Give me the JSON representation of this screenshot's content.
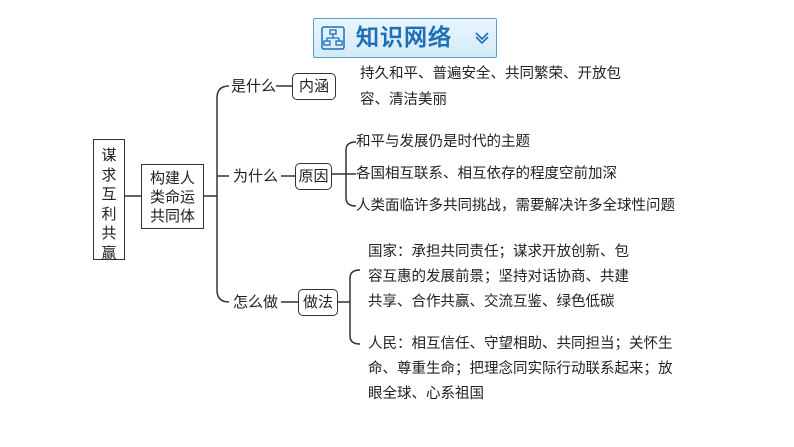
{
  "header": {
    "title": "知识网络",
    "icon": "flowchart-icon",
    "chevron_icon": "chevron-down-icon",
    "accent_color": "#1d6fb8",
    "border_color": "#5a9fd4"
  },
  "root": {
    "lines": [
      "谋",
      "求",
      "互",
      "利",
      "共",
      "赢"
    ]
  },
  "center": {
    "lines": [
      "构建人",
      "类命运",
      "共同体"
    ]
  },
  "branches": [
    {
      "question": "是什么",
      "tag": "内涵",
      "items": [
        {
          "lines": [
            "持久和平、普遍安全、共同繁荣、开放包",
            "容、清洁美丽"
          ]
        }
      ]
    },
    {
      "question": "为什么",
      "tag": "原因",
      "items": [
        {
          "lines": [
            "和平与发展仍是时代的主题"
          ]
        },
        {
          "lines": [
            "各国相互联系、相互依存的程度空前加深"
          ]
        },
        {
          "lines": [
            "人类面临许多共同挑战，需要解决许多全球性问题"
          ]
        }
      ]
    },
    {
      "question": "怎么做",
      "tag": "做法",
      "items": [
        {
          "lines": [
            "国家：承担共同责任；谋求开放创新、包",
            "容互惠的发展前景；坚持对话协商、共建",
            "共享、合作共赢、交流互鉴、绿色低碳"
          ]
        },
        {
          "lines": [
            "人民：相互信任、守望相助、共同担当；关怀生",
            "命、尊重生命；把理念同实际行动联系起来；放",
            "眼全球、心系祖国"
          ]
        }
      ]
    }
  ]
}
